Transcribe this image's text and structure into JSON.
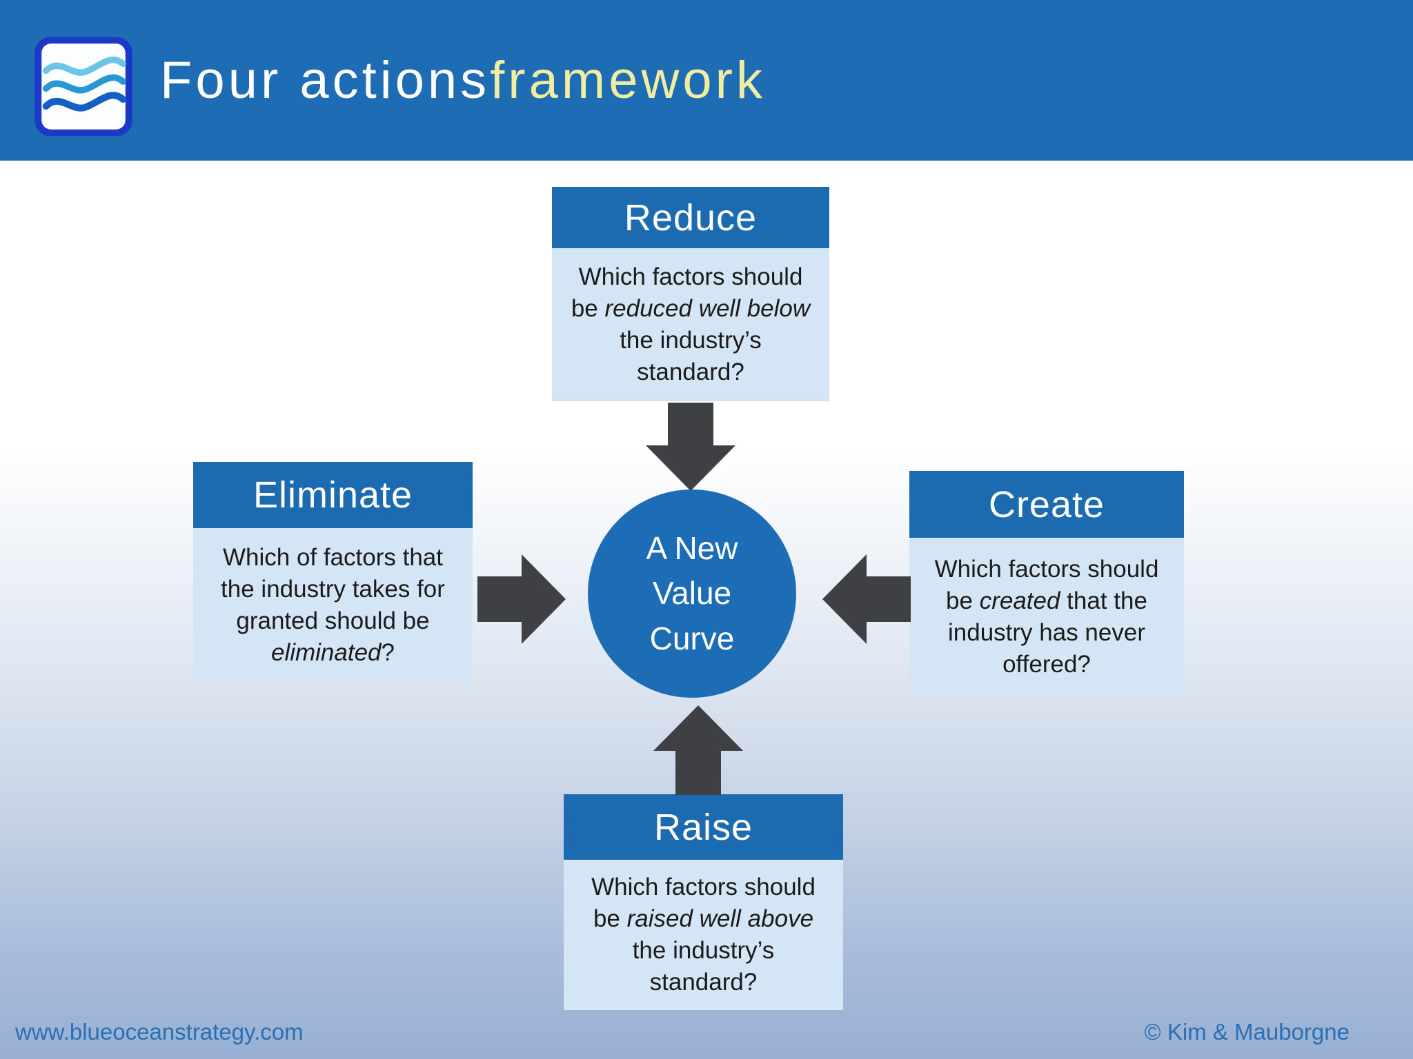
{
  "header": {
    "title_white": "Four actions ",
    "title_yellow": "framework",
    "logo": "blue-ocean-waves-logo"
  },
  "boxes": {
    "reduce": {
      "title": "Reduce",
      "body": [
        [
          {
            "t": "Which factors should"
          }
        ],
        [
          {
            "t": "be "
          },
          {
            "t": "reduced well below",
            "i": true
          }
        ],
        [
          {
            "t": "the industry’s"
          }
        ],
        [
          {
            "t": "standard?"
          }
        ]
      ]
    },
    "eliminate": {
      "title": "Eliminate",
      "body": [
        [
          {
            "t": "Which of factors that"
          }
        ],
        [
          {
            "t": "the industry takes for"
          }
        ],
        [
          {
            "t": "granted should be"
          }
        ],
        [
          {
            "t": "eliminated",
            "i": true
          },
          {
            "t": "?"
          }
        ]
      ]
    },
    "create": {
      "title": "Create",
      "body": [
        [
          {
            "t": "Which factors should"
          }
        ],
        [
          {
            "t": "be "
          },
          {
            "t": "created",
            "i": true
          },
          {
            "t": " that the"
          }
        ],
        [
          {
            "t": "industry has never"
          }
        ],
        [
          {
            "t": "offered?"
          }
        ]
      ]
    },
    "raise": {
      "title": "Raise",
      "body": [
        [
          {
            "t": "Which factors should"
          }
        ],
        [
          {
            "t": "be "
          },
          {
            "t": "raised well above",
            "i": true
          }
        ],
        [
          {
            "t": "the industry’s"
          }
        ],
        [
          {
            "t": "standard?"
          }
        ]
      ]
    }
  },
  "center": {
    "lines": [
      "A New",
      "Value",
      "Curve"
    ]
  },
  "footer": {
    "website": "www.blueoceanstrategy.com",
    "copyright": "© Kim & Mauborgne"
  },
  "colors": {
    "header_bar": "#1d6cb4",
    "box_header": "#1c6bb0",
    "box_body_bg": "#d4e5f5",
    "circle": "#1d6db6",
    "arrow": "#3f4043",
    "title_yellow": "#f1eda1",
    "footer_text": "#2b6fb2",
    "body_text": "#1b1b1b"
  }
}
